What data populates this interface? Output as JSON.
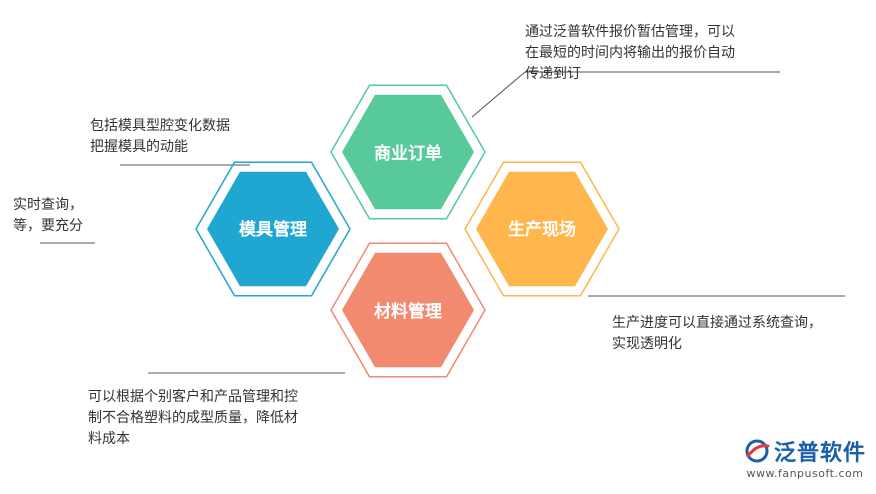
{
  "hexagons": [
    {
      "label": "商业订单",
      "color": "#57c99a"
    },
    {
      "label": "模具管理",
      "color": "#1fa6d1"
    },
    {
      "label": "生产现场",
      "color": "#ffb64d"
    },
    {
      "label": "材料管理",
      "color": "#f28a70"
    }
  ],
  "notes": {
    "top": [
      "通过泛普软件报价暂估管理，可以",
      "在最短的时间内将输出的报价自动",
      "传递到订"
    ],
    "left_upper": [
      "包括模具型腔变化数据",
      "把握模具的动能"
    ],
    "left_mid": [
      "实时查询，",
      "等，要充分"
    ],
    "right": [
      "生产进度可以直接通过系统查询，",
      "实现透明化"
    ],
    "bottom": [
      "可以根据个别客户和产品管理和控",
      "制不合格塑料的成型质量，降低材",
      "料成本"
    ]
  },
  "brand": {
    "name": "泛普软件",
    "url": "www.fanpusoft.com",
    "logo_color": "#1a5fa8",
    "accent_color": "#e23b3b"
  }
}
